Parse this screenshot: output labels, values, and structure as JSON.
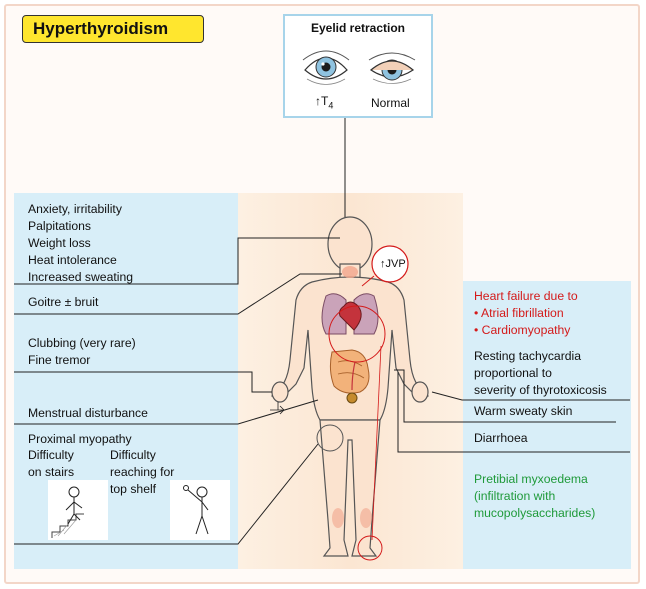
{
  "title": "Hyperthyroidism",
  "eyelid": {
    "title": "Eyelid retraction",
    "left_label": "↑T",
    "left_subscript": "4",
    "right_label": "Normal"
  },
  "left_groups": {
    "general": [
      "Anxiety, irritability",
      "Palpitations",
      "Weight loss",
      "Heat intolerance",
      "Increased sweating"
    ],
    "goitre": "Goitre ± bruit",
    "hands": [
      "Clubbing (very rare)",
      "Fine tremor"
    ],
    "menstrual": "Menstrual disturbance",
    "myopathy": "Proximal myopathy",
    "stairs": [
      "Difficulty",
      "on stairs"
    ],
    "shelf": [
      "Difficulty",
      "reaching for",
      "top shelf"
    ]
  },
  "jvp": "JVP",
  "right_groups": {
    "heart_failure": [
      "Heart failure due to",
      "• Atrial fibrillation",
      "• Cardiomyopathy"
    ],
    "tachy": [
      "Resting tachycardia",
      "proportional to",
      "severity of thyrotoxicosis"
    ],
    "skin": "Warm sweaty skin",
    "diarrhoea": "Diarrhoea",
    "pretibial": [
      "Pretibial myxoedema",
      "(infiltration with",
      "mucopolysaccharides)"
    ]
  },
  "colors": {
    "title_bg": "#ffe62e",
    "panel": "#d8eef8",
    "heart_failure": "#d41a1a",
    "pretibial": "#1f9a3a",
    "skin": "#fbe3cf",
    "lines": "#222222"
  }
}
